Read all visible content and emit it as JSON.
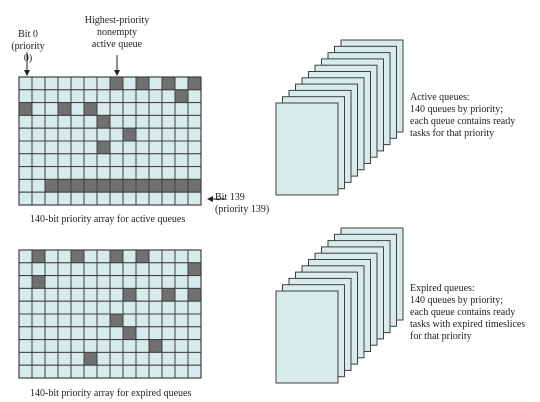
{
  "colors": {
    "cell": "#d8ebeb",
    "cell_set": "#707070",
    "grid_line": "#3f3f3f",
    "page_fill": "#d8ebeb",
    "page_stroke": "#3f3f3f"
  },
  "top_labels": {
    "bit0": "Bit 0\n(priority 0)",
    "highest": "Highest-priority\nnonempty\nactive queue"
  },
  "active_array": {
    "bit139": "Bit 139\n(priority 139)",
    "caption": "140-bit priority array for active queues",
    "rows": 10,
    "cols": 14,
    "set_cells": [
      [
        0,
        7
      ],
      [
        0,
        9
      ],
      [
        0,
        11
      ],
      [
        0,
        13
      ],
      [
        1,
        12
      ],
      [
        2,
        0
      ],
      [
        2,
        3
      ],
      [
        2,
        5
      ],
      [
        3,
        6
      ],
      [
        4,
        8
      ],
      [
        5,
        6
      ],
      [
        8,
        2
      ],
      [
        8,
        3
      ],
      [
        8,
        4
      ],
      [
        8,
        5
      ],
      [
        8,
        6
      ],
      [
        8,
        7
      ],
      [
        8,
        8
      ],
      [
        8,
        9
      ],
      [
        8,
        10
      ],
      [
        8,
        11
      ],
      [
        8,
        12
      ],
      [
        8,
        13
      ]
    ]
  },
  "expired_array": {
    "caption": "140-bit priority array for expired queues",
    "rows": 10,
    "cols": 14,
    "set_cells": [
      [
        0,
        1
      ],
      [
        0,
        4
      ],
      [
        0,
        7
      ],
      [
        0,
        9
      ],
      [
        1,
        13
      ],
      [
        2,
        1
      ],
      [
        3,
        8
      ],
      [
        3,
        11
      ],
      [
        3,
        13
      ],
      [
        5,
        7
      ],
      [
        6,
        8
      ],
      [
        7,
        10
      ],
      [
        8,
        5
      ]
    ]
  },
  "active_queues": {
    "text": "Active queues:\n140 queues by priority;\neach queue contains ready\ntasks for that priority",
    "page_count": 11
  },
  "expired_queues": {
    "text": "Expired queues:\n140 queues by priority;\neach queue contains ready\ntasks with expired timeslices\nfor that priority",
    "page_count": 11
  }
}
